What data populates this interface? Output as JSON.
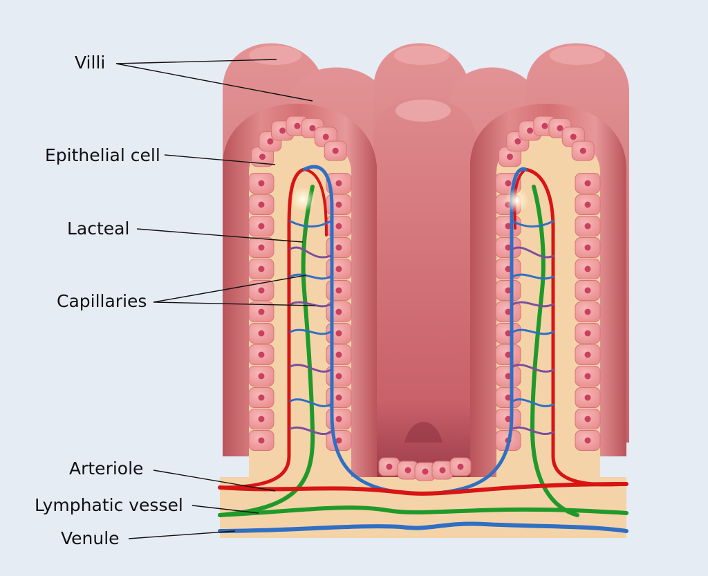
{
  "labels": {
    "villi": "Villi",
    "epithelial_cell": "Epithelial cell",
    "lacteal": "Lacteal",
    "capillaries": "Capillaries",
    "arteriole": "Arteriole",
    "lymphatic_vessel": "Lymphatic vessel",
    "venule": "Venule"
  },
  "colors": {
    "background": "#e6ecf3",
    "villus_wall": "#d46f72",
    "villus_dark": "#b9545a",
    "epithelial_cell": "#f2a3a3",
    "cell_nucleus": "#c94060",
    "tissue": "#f5d3a8",
    "arteriole": "#d81414",
    "lymphatic": "#1f9a2a",
    "venule": "#2f6fc4",
    "capillary_mix": "#7a4f9c"
  }
}
